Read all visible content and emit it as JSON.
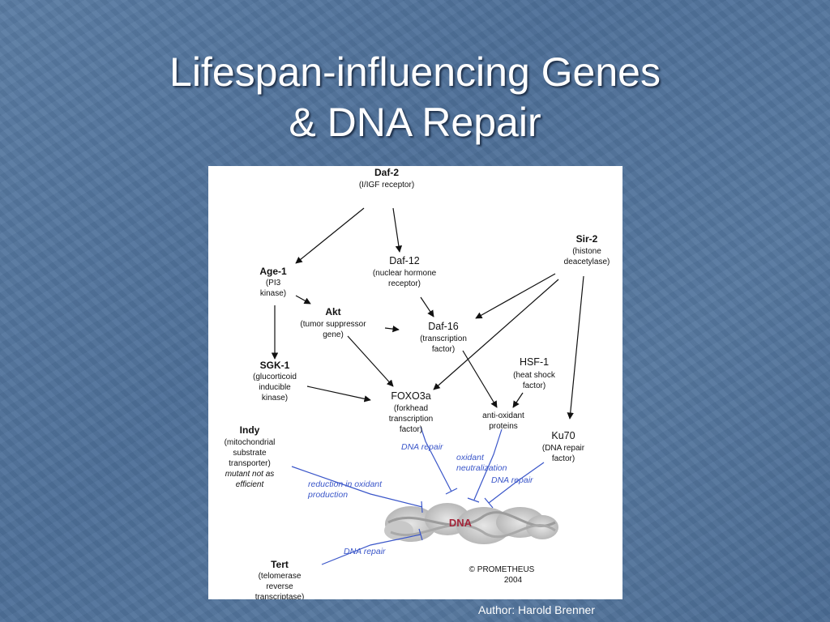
{
  "slide": {
    "title_line1": "Lifespan-influencing Genes",
    "title_line2": "& DNA Repair",
    "author": "Author: Harold Brenner"
  },
  "diagram": {
    "daf2": {
      "name": "Daf-2",
      "desc": "(I/IGF receptor)"
    },
    "age1": {
      "name": "Age-1",
      "desc1": "(PI3",
      "desc2": "kinase)"
    },
    "daf12": {
      "name": "Daf-12",
      "desc1": "(nuclear hormone",
      "desc2": "receptor)"
    },
    "sir2": {
      "name": "Sir-2",
      "desc1": "(histone",
      "desc2": "deacetylase)"
    },
    "akt": {
      "name": "Akt",
      "desc1": "(tumor suppressor",
      "desc2": "gene)"
    },
    "daf16": {
      "name": "Daf-16",
      "desc1": "(transcription",
      "desc2": "factor)"
    },
    "sgk1": {
      "name": "SGK-1",
      "desc1": "(glucorticoid",
      "desc2": "inducible",
      "desc3": "kinase)"
    },
    "hsf1": {
      "name": "HSF-1",
      "desc1": "(heat shock",
      "desc2": "factor)"
    },
    "foxo3a": {
      "name": "FOXO3a",
      "desc1": "(forkhead",
      "desc2": "transcription",
      "desc3": "factor)"
    },
    "antiox": {
      "name1": "anti-oxidant",
      "name2": "proteins"
    },
    "indy": {
      "name": "Indy",
      "desc1": "(mitochondrial",
      "desc2": "substrate",
      "desc3": "transporter)",
      "note1": "mutant not as",
      "note2": "efficient"
    },
    "ku70": {
      "name": "Ku70",
      "desc1": "(DNA repair",
      "desc2": "factor)"
    },
    "tert": {
      "name": "Tert",
      "desc1": "(telomerase",
      "desc2": "reverse",
      "desc3": "transcriptase)"
    },
    "dna": "DNA",
    "effects": {
      "foxo_repair": "DNA repair",
      "oxidant1": "oxidant",
      "oxidant2": "neutralization",
      "reduction1": "reduction in oxidant",
      "reduction2": "production",
      "ku_repair": "DNA repair",
      "tert_repair": "DNA repair"
    },
    "copyright1": "© PROMETHEUS",
    "copyright2": "2004"
  }
}
